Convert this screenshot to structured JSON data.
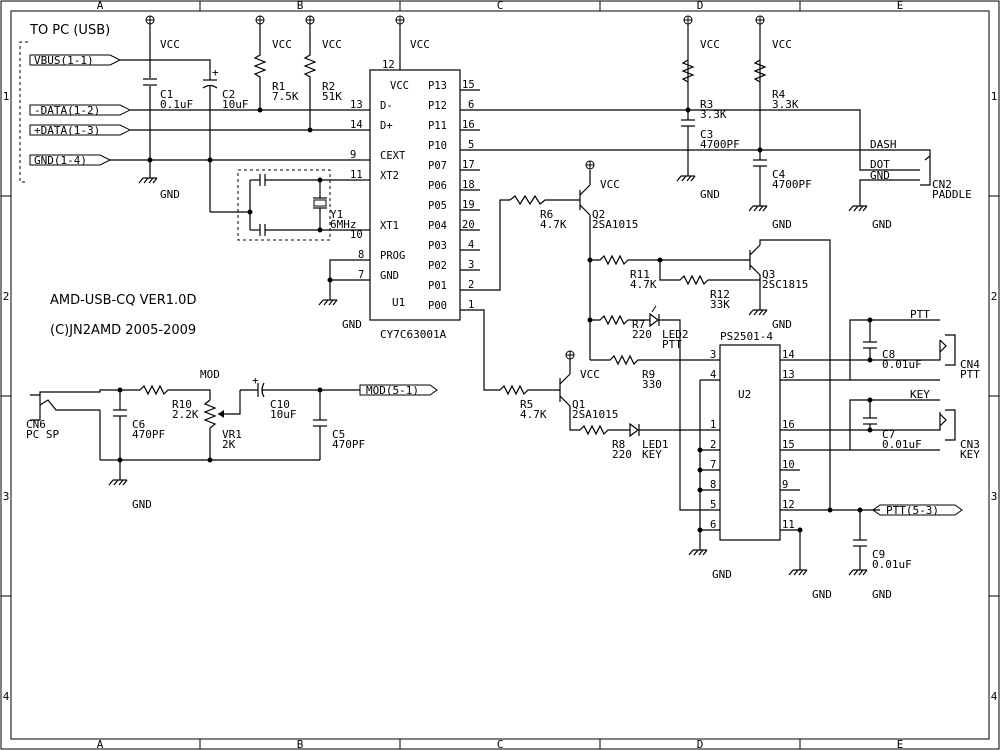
{
  "frame": {
    "cols": [
      "A",
      "B",
      "C",
      "D",
      "E"
    ],
    "rows": [
      "1",
      "2",
      "3",
      "4"
    ]
  },
  "usb": {
    "header": "TO PC (USB)",
    "ports": [
      "VBUS(1-1)",
      "-DATA(1-2)",
      "+DATA(1-3)",
      "GND(1-4)"
    ]
  },
  "title": {
    "line1": "AMD-USB-CQ VER1.0D",
    "line2": "(C)JN2AMD 2005-2009"
  },
  "nets": {
    "vcc": "VCC",
    "gnd": "GND"
  },
  "u1": {
    "ref": "U1",
    "part": "CY7C63001A",
    "top_pin": "12",
    "left": [
      {
        "name": "VCC",
        "num": ""
      },
      {
        "name": "D-",
        "num": "13"
      },
      {
        "name": "D+",
        "num": "14"
      },
      {
        "name": "CEXT",
        "num": "9"
      },
      {
        "name": "XT2",
        "num": "11"
      },
      {
        "name": "XT1",
        "num": "10"
      },
      {
        "name": "PROG",
        "num": "8"
      },
      {
        "name": "GND",
        "num": "7"
      }
    ],
    "right": [
      {
        "name": "P13",
        "num": "15"
      },
      {
        "name": "P12",
        "num": "6"
      },
      {
        "name": "P11",
        "num": "16"
      },
      {
        "name": "P10",
        "num": "5"
      },
      {
        "name": "P07",
        "num": "17"
      },
      {
        "name": "P06",
        "num": "18"
      },
      {
        "name": "P05",
        "num": "19"
      },
      {
        "name": "P04",
        "num": "20"
      },
      {
        "name": "P03",
        "num": "4"
      },
      {
        "name": "P02",
        "num": "3"
      },
      {
        "name": "P01",
        "num": "2"
      },
      {
        "name": "P00",
        "num": "1"
      }
    ]
  },
  "u2": {
    "ref": "U2",
    "part": "PS2501-4",
    "left_pins": [
      "3",
      "4",
      "1",
      "2",
      "7",
      "8",
      "5",
      "6"
    ],
    "right_pins": [
      "14",
      "13",
      "16",
      "15",
      "10",
      "9",
      "12",
      "11"
    ]
  },
  "components": {
    "c1": {
      "ref": "C1",
      "val": "0.1uF"
    },
    "c2": {
      "ref": "C2",
      "val": "10uF"
    },
    "r1": {
      "ref": "R1",
      "val": "7.5K"
    },
    "r2": {
      "ref": "R2",
      "val": "51K"
    },
    "y1": {
      "ref": "Y1",
      "val": "6MHz"
    },
    "r3": {
      "ref": "R3",
      "val": "3.3K"
    },
    "r4": {
      "ref": "R4",
      "val": "3.3K"
    },
    "c3": {
      "ref": "C3",
      "val": "4700PF"
    },
    "c4": {
      "ref": "C4",
      "val": "4700PF"
    },
    "r6": {
      "ref": "R6",
      "val": "4.7K"
    },
    "q2": {
      "ref": "Q2",
      "val": "2SA1015"
    },
    "r11": {
      "ref": "R11",
      "val": "4.7K"
    },
    "r12": {
      "ref": "R12",
      "val": "33K"
    },
    "q3": {
      "ref": "Q3",
      "val": "2SC1815"
    },
    "r7": {
      "ref": "R7",
      "val": "220"
    },
    "led2": {
      "ref": "LED2",
      "val": "PTT"
    },
    "r9": {
      "ref": "R9",
      "val": "330"
    },
    "r5": {
      "ref": "R5",
      "val": "4.7K"
    },
    "q1": {
      "ref": "Q1",
      "val": "2SA1015"
    },
    "r8": {
      "ref": "R8",
      "val": "220"
    },
    "led1": {
      "ref": "LED1",
      "val": "KEY"
    },
    "r10": {
      "ref": "R10",
      "val": "2.2K"
    },
    "vr1": {
      "ref": "VR1",
      "val": "2K"
    },
    "c10": {
      "ref": "C10",
      "val": "10uF"
    },
    "c5": {
      "ref": "C5",
      "val": "470PF"
    },
    "c6": {
      "ref": "C6",
      "val": "470PF"
    },
    "c7": {
      "ref": "C7",
      "val": "0.01uF"
    },
    "c8": {
      "ref": "C8",
      "val": "0.01uF"
    },
    "c9": {
      "ref": "C9",
      "val": "0.01uF"
    }
  },
  "connectors": {
    "cn2": {
      "ref": "CN2",
      "name": "PADDLE",
      "pins": [
        "DASH",
        "DOT",
        "GND"
      ]
    },
    "cn3": {
      "ref": "CN3",
      "name": "KEY",
      "label": "KEY"
    },
    "cn4": {
      "ref": "CN4",
      "name": "PTT",
      "label": "PTT"
    },
    "cn6": {
      "ref": "CN6",
      "name": "PC SP"
    }
  },
  "ports": {
    "mod": "MOD(5-1)",
    "ptt": "PTT(5-3)",
    "mod_label": "MOD"
  }
}
